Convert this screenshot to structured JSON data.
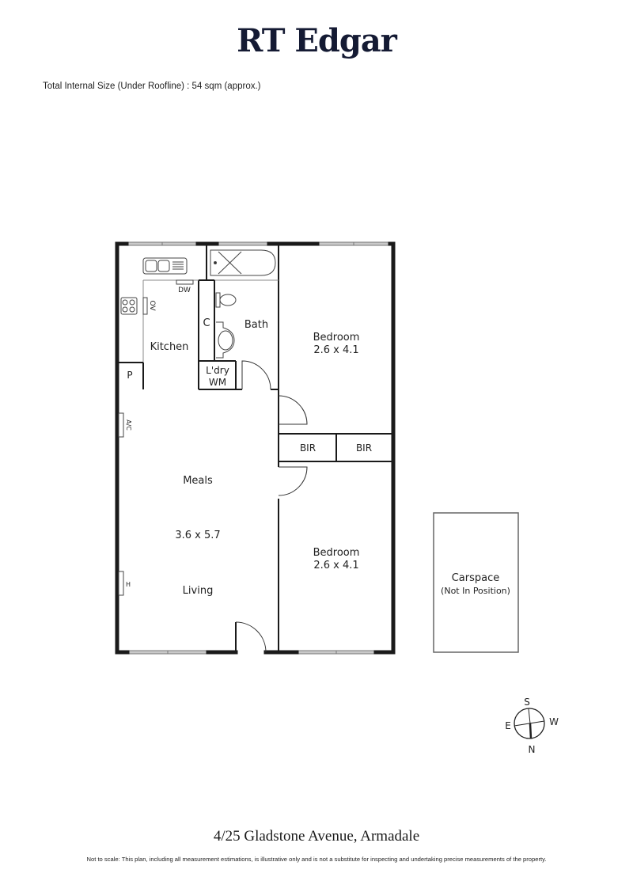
{
  "header": {
    "brand": "RT Edgar",
    "size_note": "Total Internal Size (Under Roofline) : 54 sqm (approx.)"
  },
  "rooms": {
    "kitchen": {
      "name": "Kitchen"
    },
    "bath": {
      "name": "Bath"
    },
    "cupboard": {
      "name": "C"
    },
    "laundry": {
      "name": "L'dry",
      "appliance": "WM"
    },
    "pantry": {
      "name": "P"
    },
    "bedroom_1": {
      "name": "Bedroom",
      "dims": "2.6 x 4.1"
    },
    "bedroom_2": {
      "name": "Bedroom",
      "dims": "2.6 x 4.1"
    },
    "bir_1": {
      "name": "BIR"
    },
    "bir_2": {
      "name": "BIR"
    },
    "meals_living": {
      "meals": "Meals",
      "dims": "3.6 x 5.7",
      "living": "Living"
    },
    "carspace": {
      "name": "Carspace",
      "note": "(Not In Position)"
    }
  },
  "fixtures": {
    "dishwasher": "DW",
    "oven": "OV",
    "air_conditioner": "A/C",
    "heater": "H"
  },
  "compass": {
    "top": "S",
    "bottom": "N",
    "left": "E",
    "right": "W"
  },
  "footer": {
    "address": "4/25 Gladstone Avenue, Armadale",
    "disclaimer": "Not to scale: This plan, including all measurement estimations, is illustrative only and is not a substitute for inspecting and undertaking precise measurements of the property."
  },
  "colors": {
    "brand": "#141a33",
    "wall": "#1a1a1a",
    "window": "#9a9a9a"
  }
}
